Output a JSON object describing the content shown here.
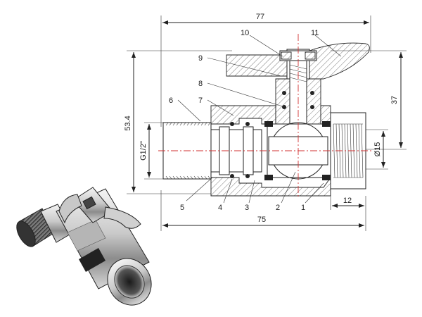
{
  "dimensions": {
    "overall_length": "77",
    "body_length": "75",
    "height": "53.4",
    "handle_height": "37",
    "thread": "G1/2\"",
    "bore": "Ø15",
    "thread_length": "12"
  },
  "callouts": [
    "1",
    "2",
    "3",
    "4",
    "5",
    "6",
    "7",
    "8",
    "9",
    "10",
    "11"
  ],
  "colors": {
    "line": "#222222",
    "axis": "#d23030"
  },
  "photo": {
    "icon": "ball-valve-photo"
  }
}
